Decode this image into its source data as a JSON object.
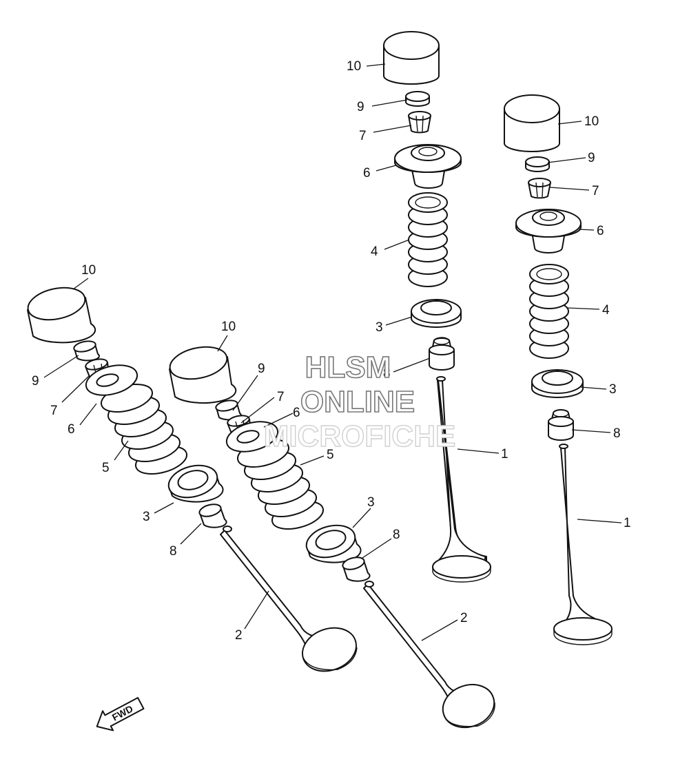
{
  "watermark": {
    "line1": "HLSM",
    "line2": "ONLINE",
    "line3": "MICROFICHE"
  },
  "direction_label": "FWD",
  "callouts": {
    "valve_intake_a": "1",
    "valve_intake_b": "1",
    "valve_exhaust_a": "2",
    "valve_exhaust_b": "2",
    "seat_a": "3",
    "seat_b": "3",
    "seat_c": "3",
    "seat_d": "3",
    "spring_intake_a": "4",
    "spring_intake_b": "4",
    "spring_exhaust_a": "5",
    "spring_exhaust_b": "5",
    "retainer_a": "6",
    "retainer_b": "6",
    "retainer_c": "6",
    "retainer_d": "6",
    "cotter_a": "7",
    "cotter_b": "7",
    "cotter_c": "7",
    "cotter_d": "7",
    "seal_a": "8",
    "seal_b": "8",
    "seal_c": "8",
    "seal_d": "8",
    "pad_a": "9",
    "pad_b": "9",
    "pad_c": "9",
    "pad_d": "9",
    "lifter_a": "10",
    "lifter_b": "10",
    "lifter_c": "10",
    "lifter_d": "10"
  }
}
